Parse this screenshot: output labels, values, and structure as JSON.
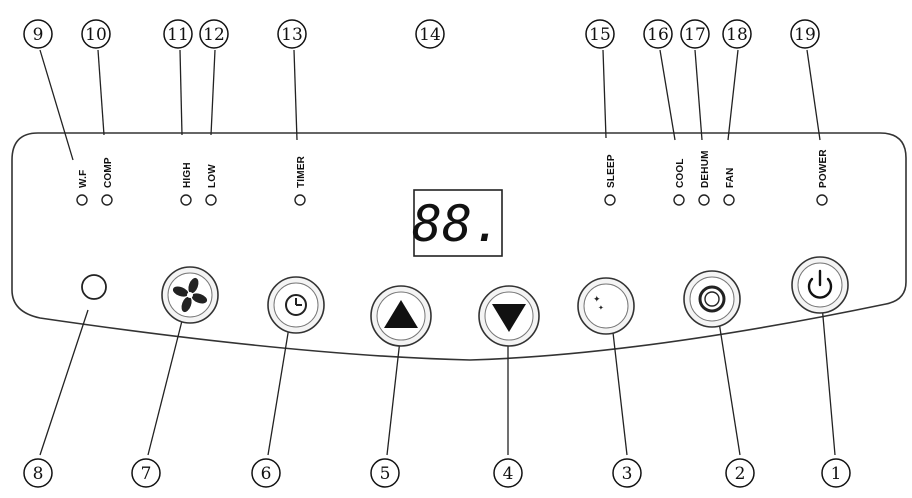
{
  "panel": {
    "display_value": "88.",
    "indicators": [
      {
        "id": "wf",
        "label": "W.F",
        "callout": "9"
      },
      {
        "id": "comp",
        "label": "COMP",
        "callout": "10"
      },
      {
        "id": "high",
        "label": "HIGH",
        "callout": "11"
      },
      {
        "id": "low",
        "label": "LOW",
        "callout": "12"
      },
      {
        "id": "timer",
        "label": "TIMER",
        "callout": "13"
      },
      {
        "id": "sleep",
        "label": "SLEEP",
        "callout": "15"
      },
      {
        "id": "cool",
        "label": "COOL",
        "callout": "16"
      },
      {
        "id": "dehum",
        "label": "DEHUM",
        "callout": "17"
      },
      {
        "id": "fan",
        "label": "FAN",
        "callout": "18"
      },
      {
        "id": "power",
        "label": "POWER",
        "callout": "19"
      }
    ],
    "display_callout": "14",
    "buttons": [
      {
        "id": "sensor",
        "icon": "sensor-icon",
        "callout": "8"
      },
      {
        "id": "fan-speed",
        "icon": "fan-icon",
        "callout": "7"
      },
      {
        "id": "timer",
        "icon": "clock-icon",
        "callout": "6"
      },
      {
        "id": "up",
        "icon": "triangle-up-icon",
        "callout": "5"
      },
      {
        "id": "down",
        "icon": "triangle-down-icon",
        "callout": "4"
      },
      {
        "id": "sleep",
        "icon": "moon-stars-icon",
        "callout": "3"
      },
      {
        "id": "mode",
        "icon": "mode-ring-icon",
        "callout": "2"
      },
      {
        "id": "power",
        "icon": "power-icon",
        "callout": "1"
      }
    ]
  }
}
